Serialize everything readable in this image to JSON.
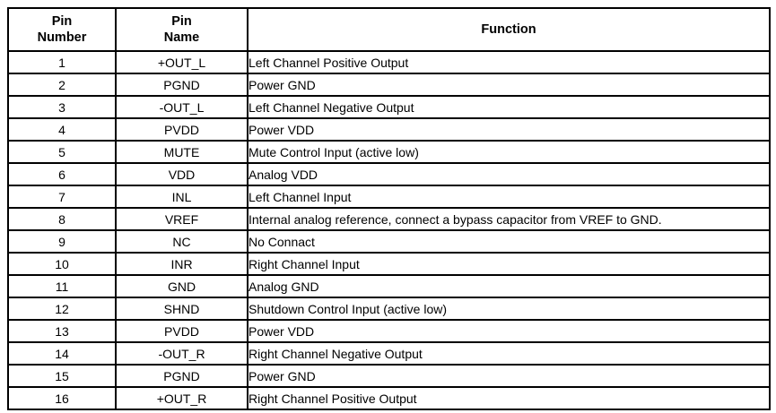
{
  "table": {
    "columns": [
      {
        "label_line1": "Pin",
        "label_line2": "Number"
      },
      {
        "label_line1": "Pin",
        "label_line2": "Name"
      },
      {
        "label": "Function"
      }
    ],
    "rows": [
      {
        "number": "1",
        "name": "+OUT_L",
        "function": "Left Channel Positive Output"
      },
      {
        "number": "2",
        "name": "PGND",
        "function": "Power GND"
      },
      {
        "number": "3",
        "name": "-OUT_L",
        "function": "Left Channel Negative Output"
      },
      {
        "number": "4",
        "name": "PVDD",
        "function": "Power VDD"
      },
      {
        "number": "5",
        "name": "MUTE",
        "function": "Mute Control Input (active low)"
      },
      {
        "number": "6",
        "name": "VDD",
        "function": "Analog VDD"
      },
      {
        "number": "7",
        "name": "INL",
        "function": "Left Channel Input"
      },
      {
        "number": "8",
        "name": "VREF",
        "function": "Internal analog reference, connect a bypass capacitor from VREF to GND."
      },
      {
        "number": "9",
        "name": "NC",
        "function": "No Connact"
      },
      {
        "number": "10",
        "name": "INR",
        "function": "Right Channel Input"
      },
      {
        "number": "11",
        "name": "GND",
        "function": "Analog GND"
      },
      {
        "number": "12",
        "name": "SHND",
        "function": "Shutdown Control Input (active low)"
      },
      {
        "number": "13",
        "name": "PVDD",
        "function": "Power VDD"
      },
      {
        "number": "14",
        "name": "-OUT_R",
        "function": "Right Channel Negative Output"
      },
      {
        "number": "15",
        "name": "PGND",
        "function": "Power GND"
      },
      {
        "number": "16",
        "name": "+OUT_R",
        "function": "Right Channel Positive Output"
      }
    ],
    "colors": {
      "border": "#000000",
      "text": "#000000",
      "background": "#ffffff"
    }
  }
}
